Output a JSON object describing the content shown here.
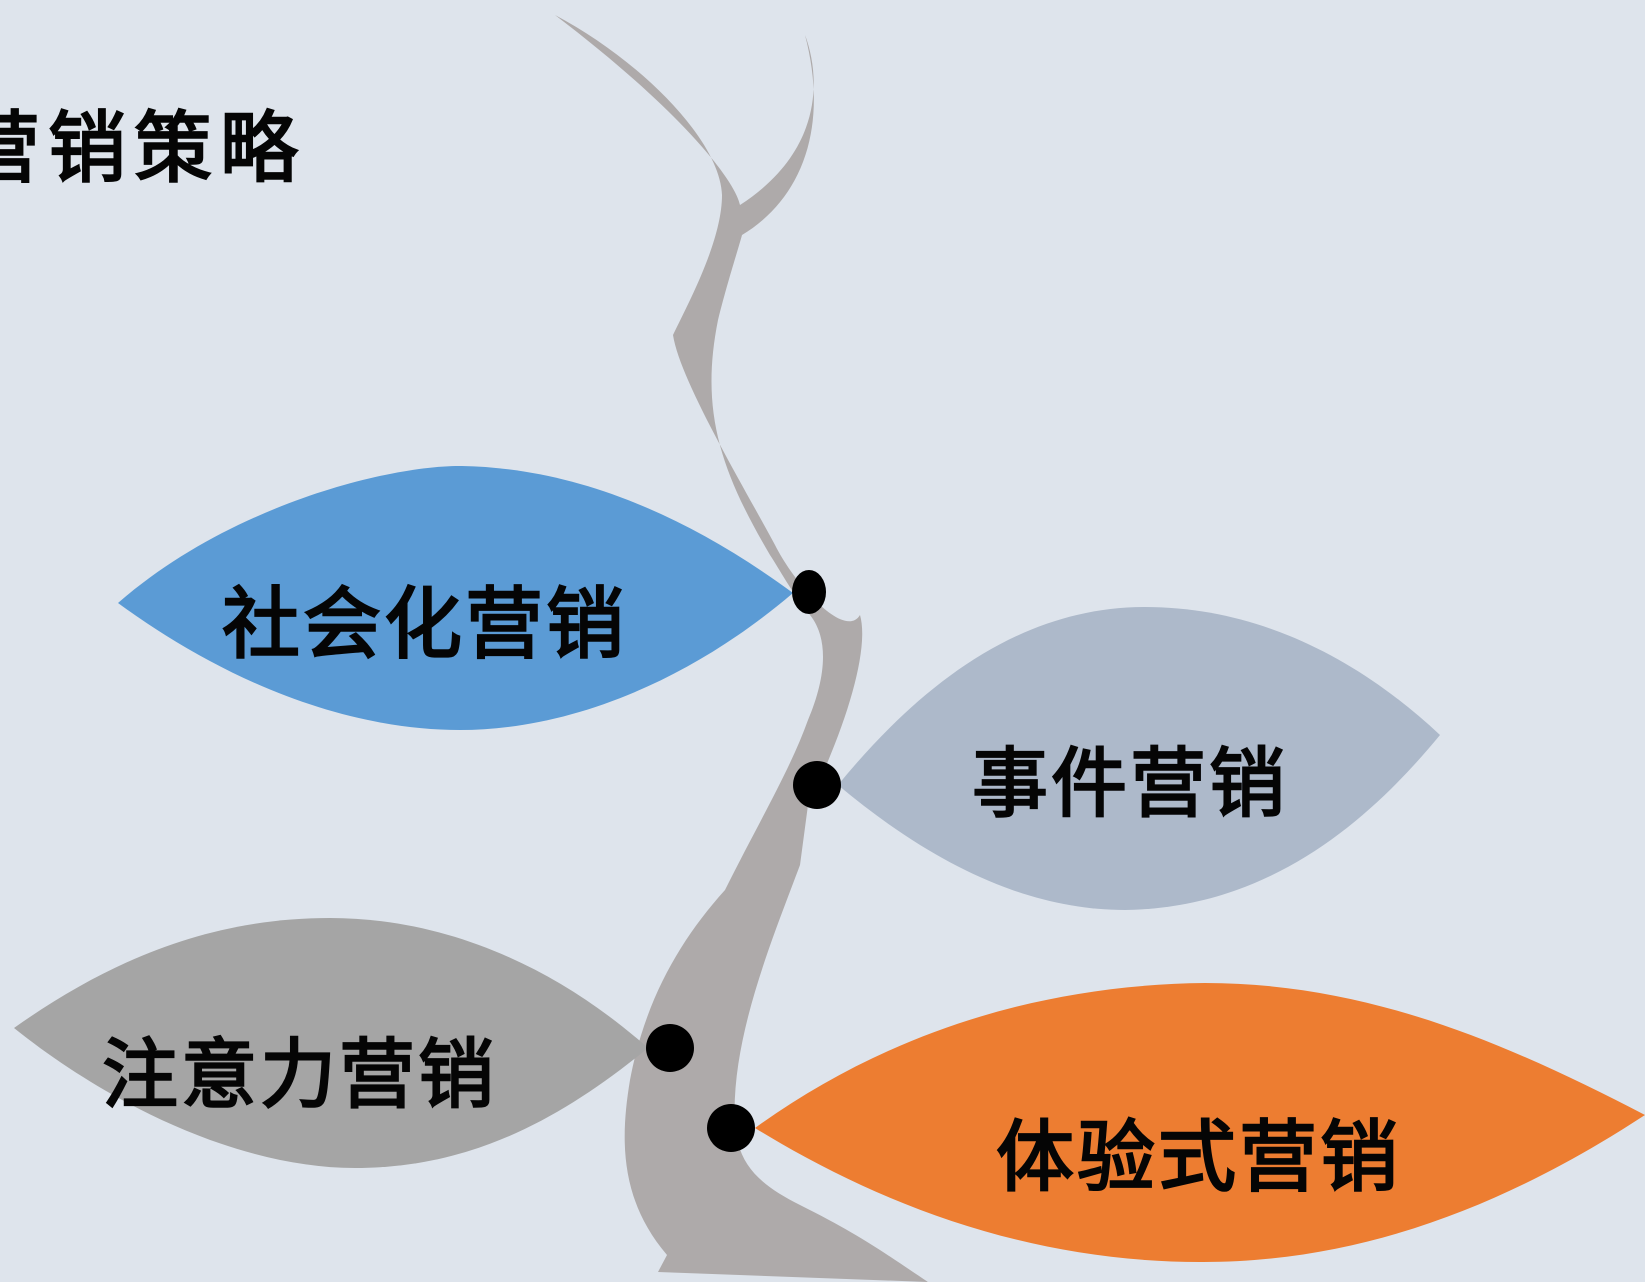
{
  "title": "营销策略",
  "leaves": [
    {
      "id": "social",
      "label": "社会化营销",
      "color": "#5b9bd5"
    },
    {
      "id": "event",
      "label": "事件营销",
      "color": "#adb9ca"
    },
    {
      "id": "attention",
      "label": "注意力营销",
      "color": "#a5a5a5"
    },
    {
      "id": "experience",
      "label": "体验式营销",
      "color": "#ed7d31"
    }
  ],
  "colors": {
    "background": "#dee4ec",
    "stem": "#aeaaaa",
    "node": "#000000"
  }
}
